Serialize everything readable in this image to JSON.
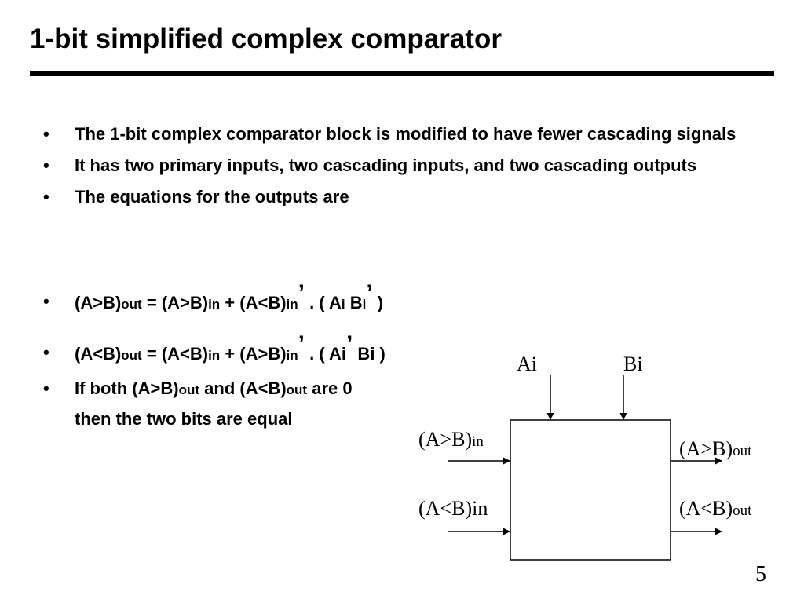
{
  "slide": {
    "title": "1-bit simplified complex comparator",
    "page_number": "5"
  },
  "bullets": [
    "The 1-bit complex comparator block is modified to have fewer cascading signals",
    "It has two primary inputs, two cascading inputs, and two cascading outputs",
    "The equations for the outputs are"
  ],
  "equation1": {
    "lhs": "(A>B)",
    "lhs_sub": "out",
    "eq": " = (A>B)",
    "in_sub": "in",
    "plus": " + (A<B)",
    "in2_sub": "in",
    "prime1": "’",
    "dot": " . ( A",
    "ai_sub": "i",
    "space": "  B",
    "bi_sub": "i",
    "prime2": "’",
    "close": " )"
  },
  "equation2": {
    "lhs": "(A<B)",
    "lhs_sub": "out",
    "eq": " = (A<B)",
    "in_sub": "in",
    "plus": " + (A>B)",
    "in2_sub": "in",
    "prime1": "’",
    "dot": " . ( Ai",
    "prime2": "’",
    "rest": "  Bi )"
  },
  "equality_bullet": {
    "start": "If both (A>B)",
    "sub1": "out",
    "mid": " and (A<B)",
    "sub2": "out",
    "end": " are 0"
  },
  "equality_note": "then the two bits are equal",
  "diagram": {
    "input_a": "Ai",
    "input_b": "Bi",
    "gt_in": {
      "main": "(A>B)",
      "sub": "in"
    },
    "lt_in": "(A<B)in",
    "gt_out": {
      "main": "(A>B)",
      "sub": "out"
    },
    "lt_out": {
      "main": "(A<B)",
      "sub": "out"
    }
  }
}
